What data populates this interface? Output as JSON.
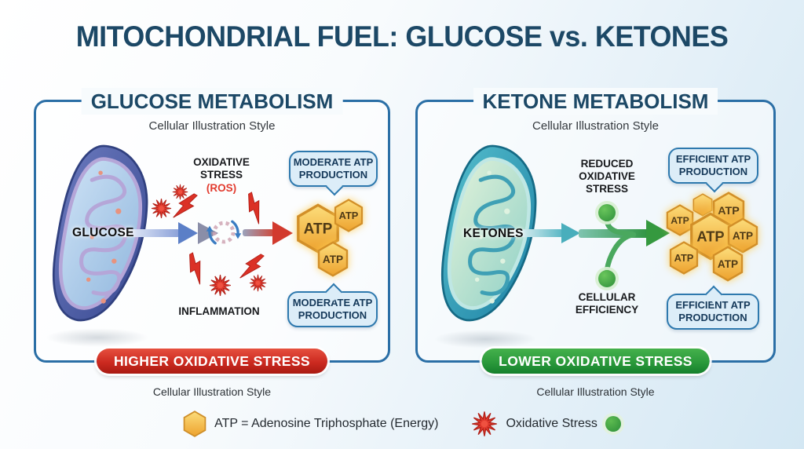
{
  "title": "MITOCHONDRIAL FUEL: GLUCOSE vs. KETONES",
  "glucose_panel": {
    "title": "GLUCOSE METABOLISM",
    "subtitle": "Cellular Illustration Style",
    "fuel": "GLUCOSE",
    "oxidative_stress": "OXIDATIVE\nSTRESS",
    "ros": "(ROS)",
    "inflammation": "INFLAMMATION",
    "bubble_top": "MODERATE ATP\nPRODUCTION",
    "bubble_bottom": "MODERATE ATP\nPRODUCTION",
    "badge": "HIGHER OXIDATIVE STRESS",
    "caption": "Cellular Illustration Style"
  },
  "ketone_panel": {
    "title": "KETONE METABOLISM",
    "subtitle": "Cellular Illustration Style",
    "fuel": "KETONES",
    "benefit_top": "REDUCED\nOXIDATIVE\nSTRESS",
    "benefit_bottom": "CELLULAR\nEFFICIENCY",
    "bubble_top": "EFFICIENT ATP\nPRODUCTION",
    "bubble_bottom": "EFFICIENT ATP\nPRODUCTION",
    "badge": "LOWER OXIDATIVE STRESS",
    "caption": "Cellular Illustration Style"
  },
  "atp_label": "ATP",
  "legend": {
    "atp": "ATP = Adenosine Triphosphate (Energy)",
    "oxidative_stress": "Oxidative Stress"
  },
  "colors": {
    "title_navy": "#1c4866",
    "panel_border_blue": "#2b6fa6",
    "badge_red": "#cc2a20",
    "badge_green": "#2b9a3b",
    "atp_gold": "#f6b73c",
    "stress_red": "#e23b2e",
    "efficiency_green": "#3aa348",
    "mito_blue": "#43539f",
    "mito_teal": "#2b93ad",
    "bubble_blue": "#dcedf8"
  }
}
